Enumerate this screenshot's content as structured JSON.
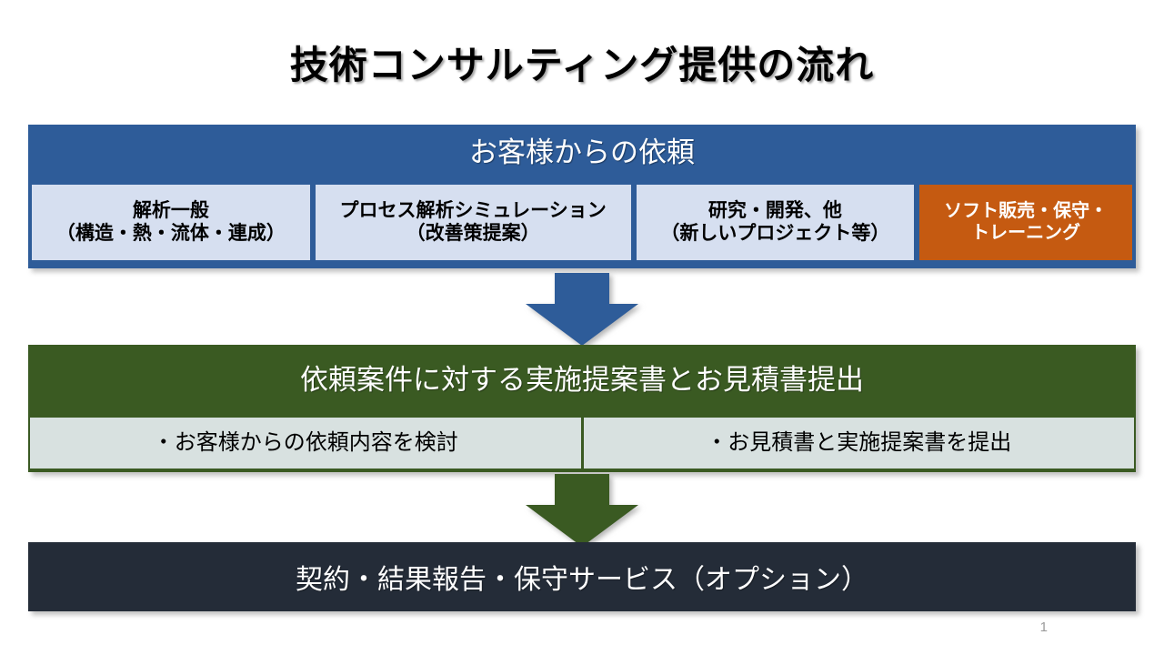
{
  "slide": {
    "title": "技術コンサルティング提供の流れ",
    "page_number": "1",
    "background_color": "#FFFFFF"
  },
  "stages": [
    {
      "id": "request",
      "heading": "お客様からの依頼",
      "color": "#2E5C99",
      "heading_text_color": "#FFFFFF",
      "items": [
        {
          "text": "解析一般\n（構造・熱・流体・連成）",
          "style": "light-blue",
          "bg": "#D6DFF0",
          "fg": "#000000"
        },
        {
          "text": "プロセス解析シミュレーション\n（改善策提案）",
          "style": "light-blue",
          "bg": "#D6DFF0",
          "fg": "#000000"
        },
        {
          "text": "研究・開発、他\n（新しいプロジェクト等）",
          "style": "light-blue",
          "bg": "#D6DFF0",
          "fg": "#000000"
        },
        {
          "text": "ソフト販売・保守・\nトレーニング",
          "style": "orange",
          "bg": "#C55A11",
          "fg": "#FFFFFF"
        }
      ]
    },
    {
      "id": "proposal",
      "heading": "依頼案件に対する実施提案書とお見積書提出",
      "color": "#3A5A22",
      "heading_text_color": "#FFFFFF",
      "items": [
        {
          "text": "・お客様からの依頼内容を検討",
          "style": "pale",
          "bg": "#D8E1E0",
          "fg": "#000000"
        },
        {
          "text": "・お見積書と実施提案書を提出",
          "style": "pale",
          "bg": "#D8E1E0",
          "fg": "#000000"
        }
      ]
    },
    {
      "id": "contract",
      "heading": "契約・結果報告・保守サービス（オプション）",
      "color": "#242C38",
      "heading_text_color": "#FFFFFF",
      "items": []
    }
  ],
  "arrows": [
    {
      "id": "request-to-proposal",
      "direction": "down",
      "color": "#2E5C99"
    },
    {
      "id": "proposal-to-contract",
      "direction": "down",
      "color": "#3A5A22"
    }
  ]
}
